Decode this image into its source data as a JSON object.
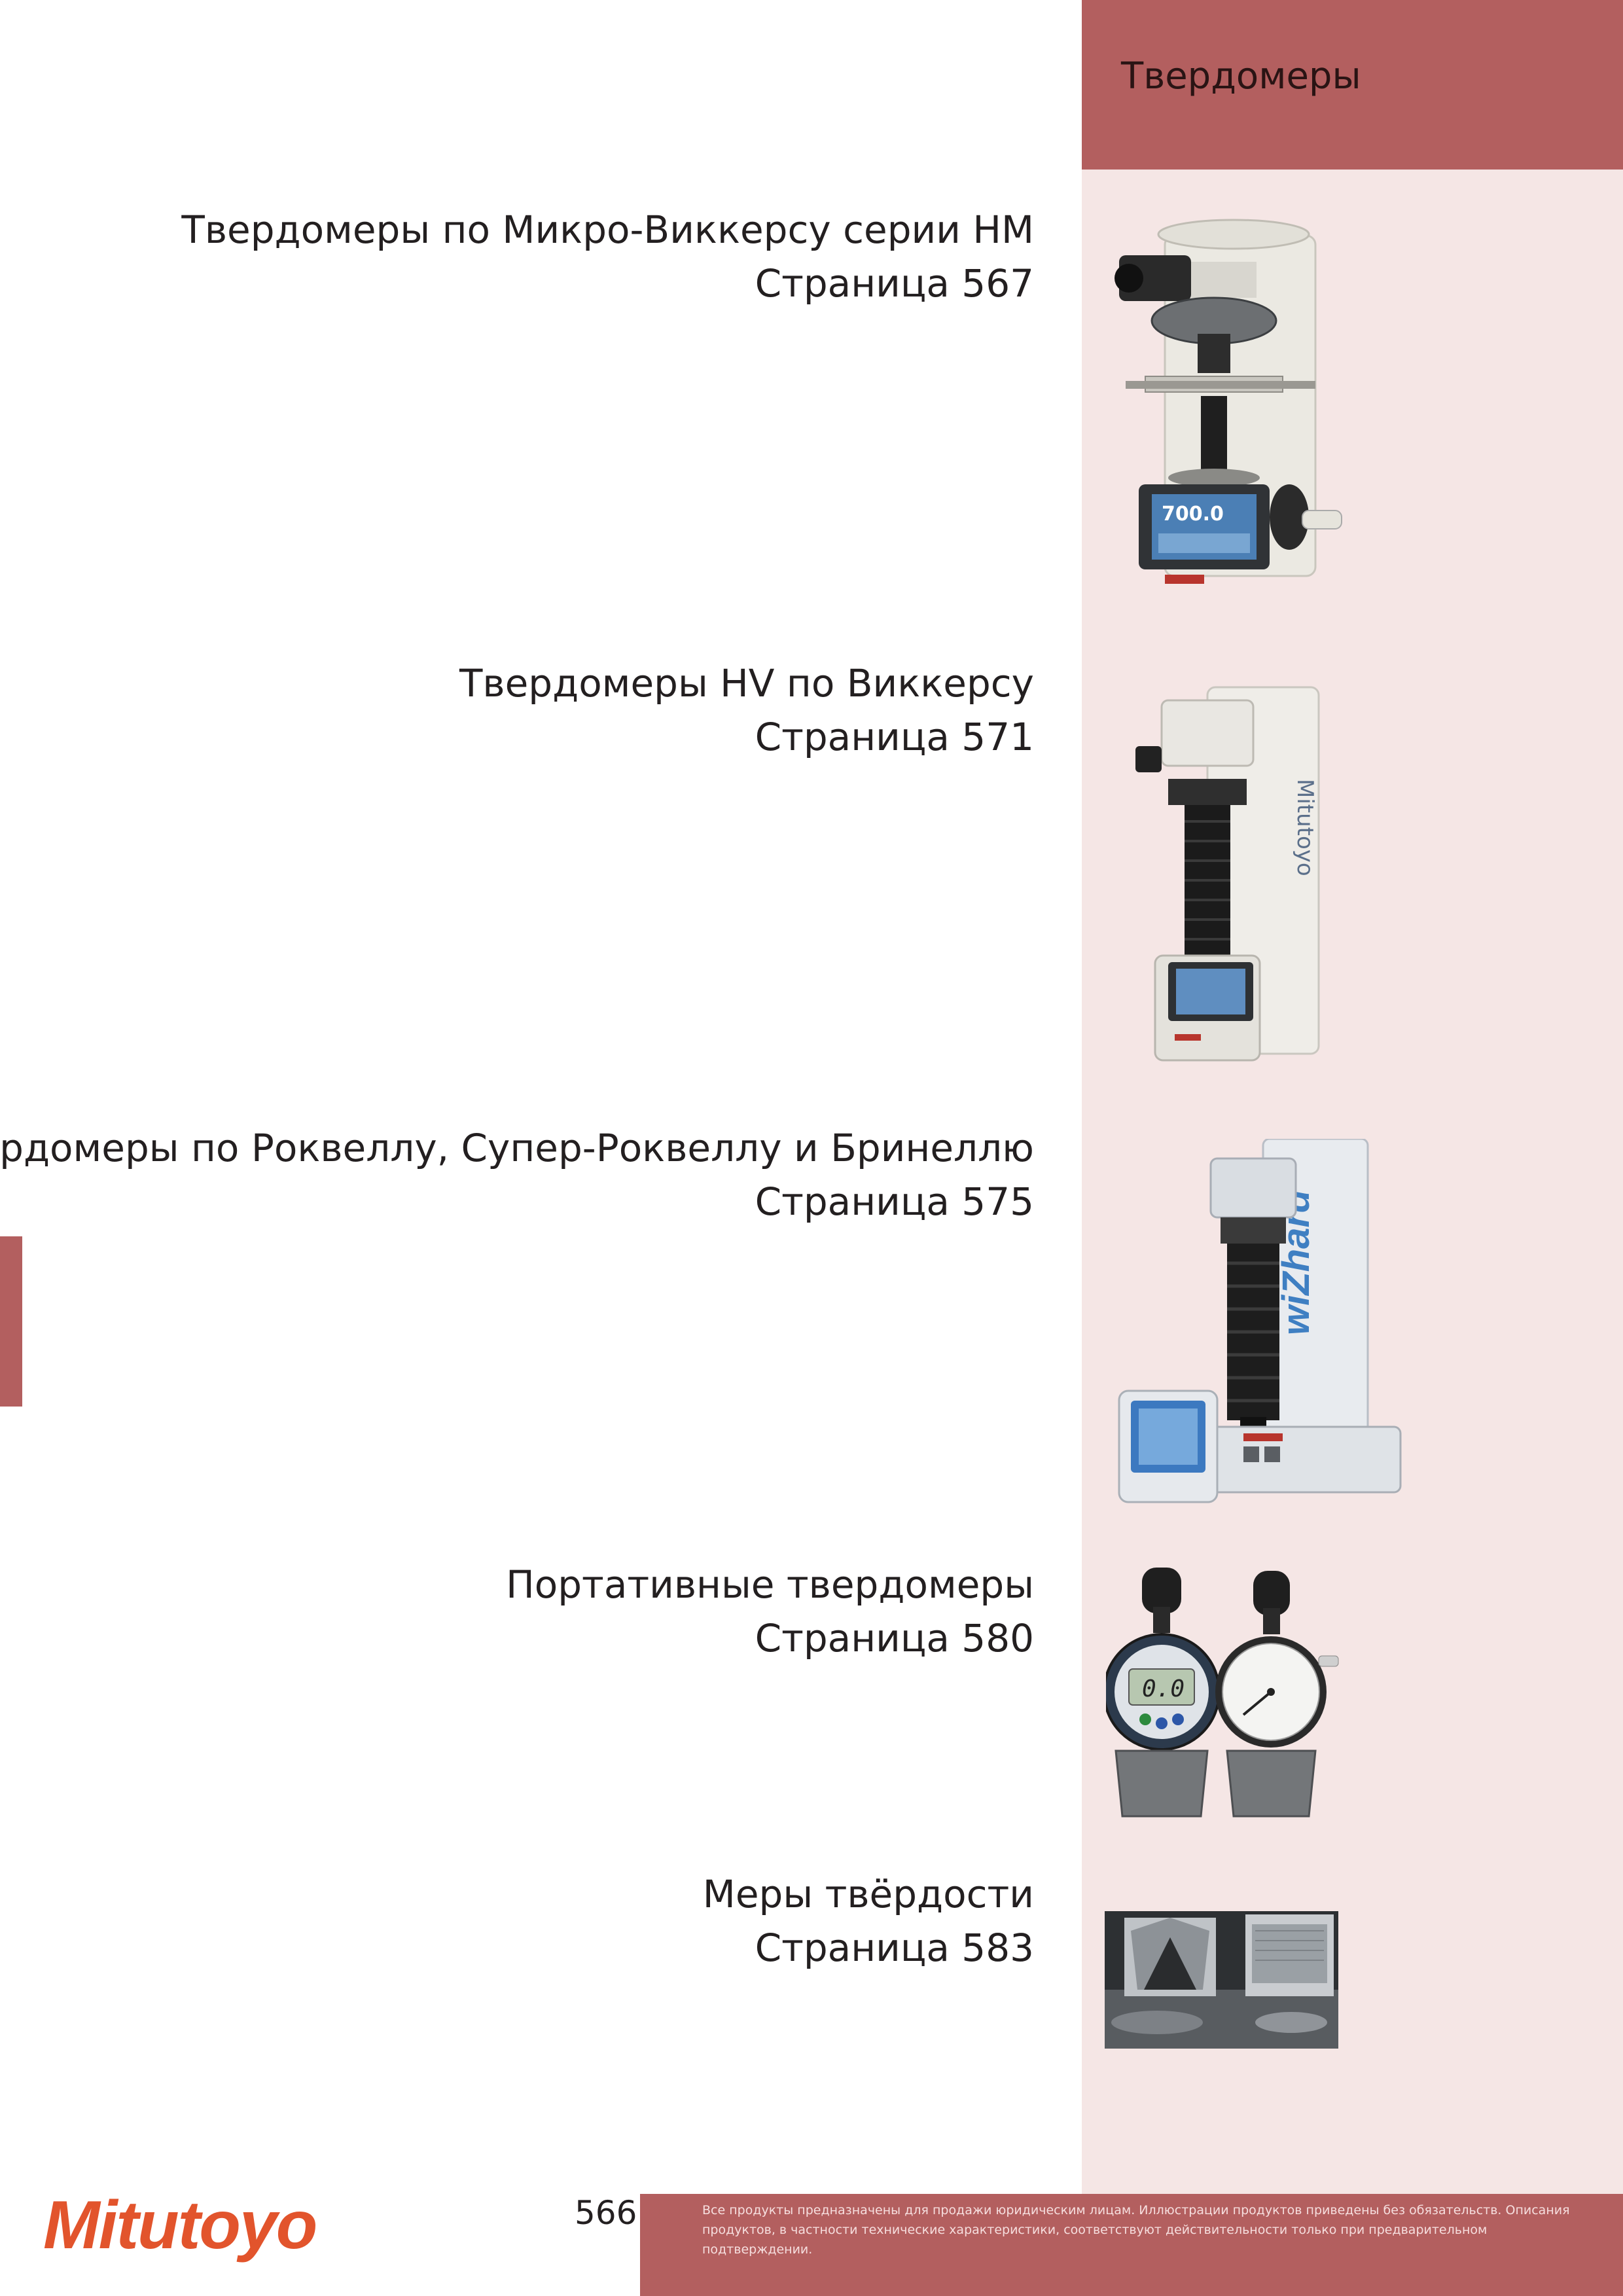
{
  "header": {
    "section_title": "Твердомеры"
  },
  "entries": [
    {
      "title": "Твердомеры по Микро-Виккерсу серии HM",
      "page": "Страница 567",
      "image_icon": "micro-vickers-tester-icon",
      "display_text": "700.0"
    },
    {
      "title": "Твердомеры HV по Виккерсу",
      "page": "Страница 571",
      "image_icon": "vickers-tester-icon",
      "brand_text": "Mitutoyo"
    },
    {
      "title": "Твердомеры по Роквеллу, Супер-Роквеллу и Бринеллю",
      "page": "Страница 575",
      "image_icon": "rockwell-tester-icon",
      "brand_text": "wiZhard"
    },
    {
      "title": "Портативные твердомеры",
      "page": "Страница 580",
      "image_icon": "durometer-icon",
      "display_text": "0.0"
    },
    {
      "title": "Меры твёрдости",
      "page": "Страница 583",
      "image_icon": "hardness-block-icon"
    }
  ],
  "footer": {
    "logo": "Mitutoyo",
    "page_number": "566",
    "disclaimer": "Все продукты предназначены для продажи юридическим лицам. Иллюстрации продуктов приведены без обязательств. Описания продуктов, в частности технические характеристики, соответствуют действительности только при предварительном подтверждении."
  },
  "colors": {
    "accent": "#b35f5f",
    "side_background": "#f5e6e5",
    "logo": "#e2542c",
    "text": "#231f20"
  }
}
